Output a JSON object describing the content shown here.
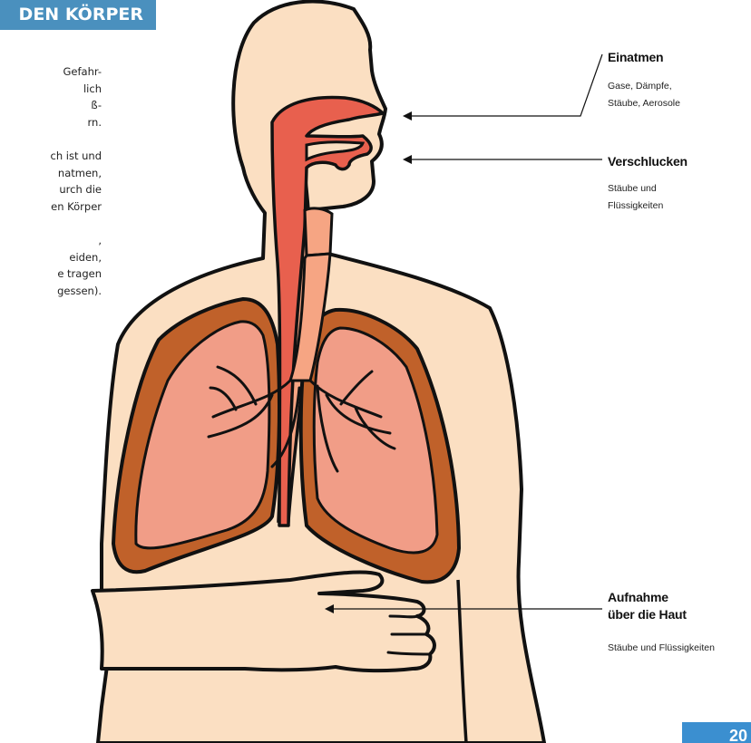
{
  "header": {
    "title": "DEN KÖRPER"
  },
  "intro": {
    "lines_1": [
      "Gefahr-",
      "lich",
      "ß-",
      "rn."
    ],
    "lines_2": [
      "ch ist und",
      "natmen,",
      "urch die",
      "en Körper"
    ],
    "lines_3": [
      ",",
      "eiden,",
      "e tragen",
      "gessen)."
    ]
  },
  "routes": {
    "inhale": {
      "title": "Einatmen",
      "lines": [
        "Gase, Dämpfe,",
        "Stäube, Aerosole"
      ]
    },
    "swallow": {
      "title": "Verschlucken",
      "lines": [
        "Stäube und",
        "Flüssigkeiten"
      ]
    },
    "skin": {
      "title_lines": [
        "Aufnahme",
        "über die Haut"
      ],
      "lines": [
        "Stäube und Flüssigkeiten"
      ]
    }
  },
  "page": {
    "number": "20"
  },
  "colors": {
    "skin": "#fbdfc2",
    "lung_outer": "#c0612a",
    "lung_inner": "#f19d87",
    "airway": "#e8604e",
    "esophagus": "#f6a583",
    "accent": "#4a90be"
  }
}
